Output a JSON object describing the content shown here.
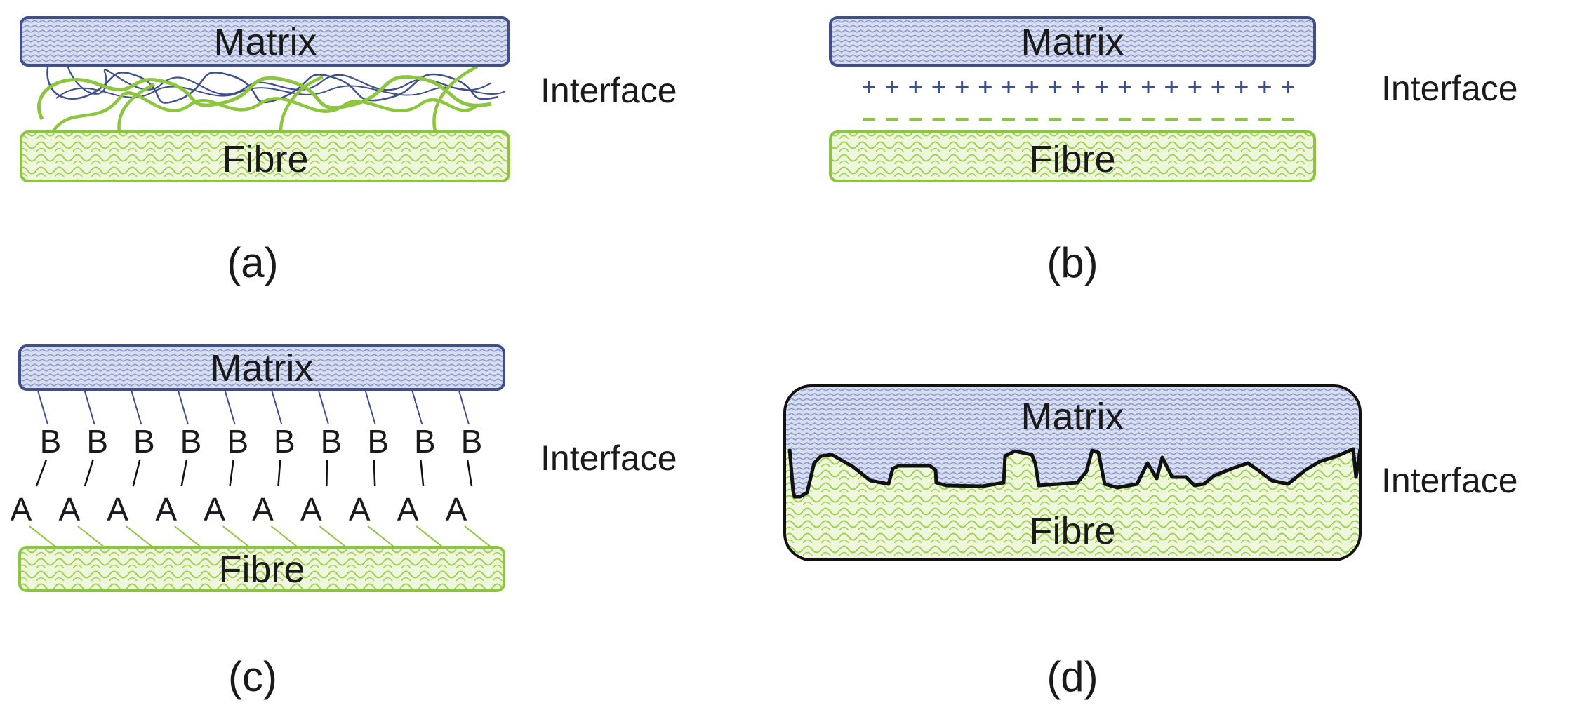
{
  "panels": {
    "a": {
      "caption": "(a)",
      "matrix_label": "Matrix",
      "fibre_label": "Fibre",
      "interface_label": "Interface"
    },
    "b": {
      "caption": "(b)",
      "matrix_label": "Matrix",
      "fibre_label": "Fibre",
      "interface_label": "Interface",
      "plus_count": 19,
      "minus_count": 19
    },
    "c": {
      "caption": "(c)",
      "matrix_label": "Matrix",
      "fibre_label": "Fibre",
      "interface_label": "Interface",
      "b_letter": "B",
      "a_letter": "A",
      "pair_count": 10
    },
    "d": {
      "caption": "(d)",
      "matrix_label": "Matrix",
      "fibre_label": "Fibre",
      "interface_label": "Interface"
    }
  },
  "colors": {
    "matrix_fill": "#d8deef",
    "matrix_pattern": "#8c9bcc",
    "matrix_stroke": "#3f4f8c",
    "fibre_fill": "#eef7dc",
    "fibre_pattern": "#9fd24a",
    "fibre_stroke": "#8cc63f",
    "plus_color": "#3f4f8c",
    "minus_color": "#8cc63f",
    "text": "#1a1a1a"
  }
}
